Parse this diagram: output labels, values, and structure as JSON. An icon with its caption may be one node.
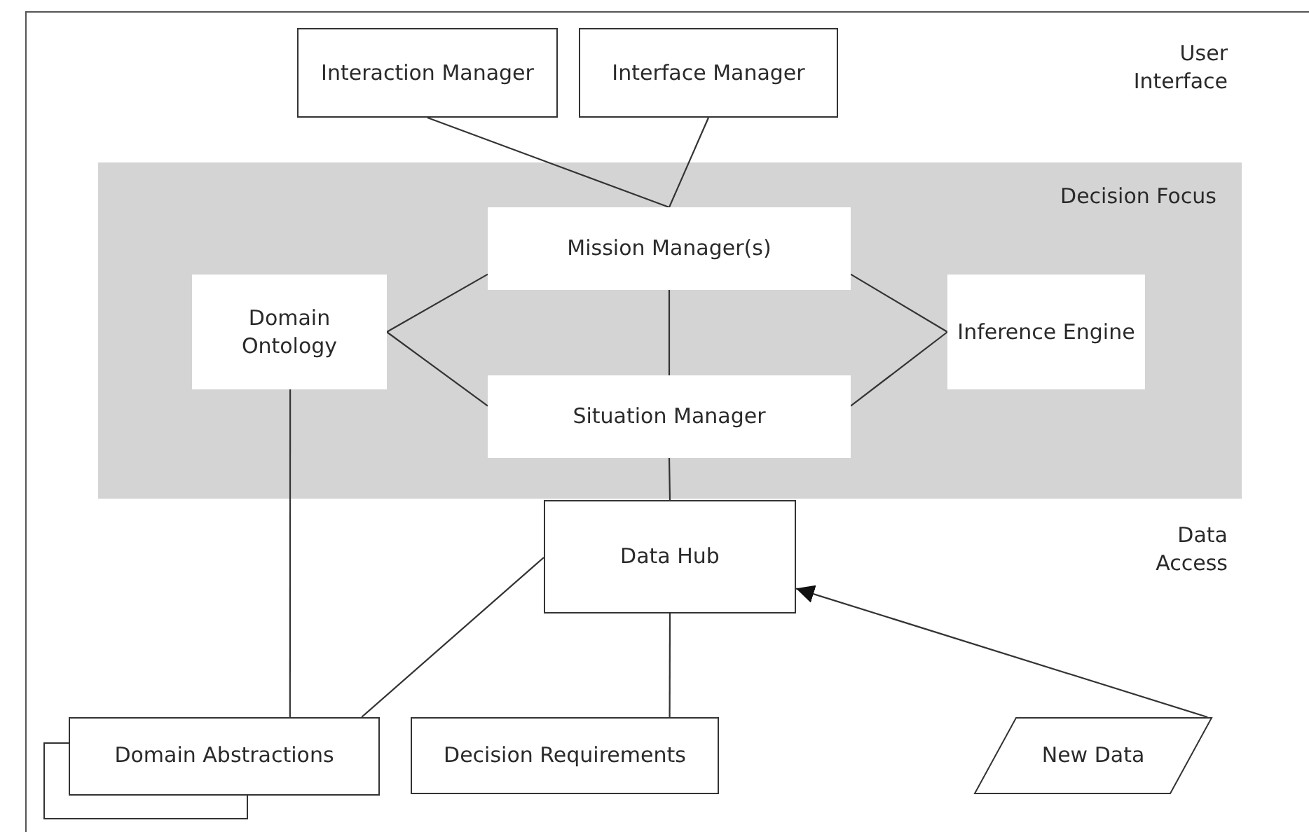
{
  "diagram": {
    "nodes": [
      {
        "text": [
          "Interaction Manager"
        ]
      },
      {
        "text": [
          "Interface Manager"
        ]
      },
      {
        "text": [
          "Decision Focus"
        ]
      },
      {
        "text": [
          "Mission Manager(s)"
        ],
        "in": 2
      },
      {
        "text": [
          "Domain Ontology"
        ],
        "in": 2
      },
      {
        "text": [
          "Inference Engine"
        ],
        "in": 2
      },
      {
        "text": [
          "Situation Manager"
        ],
        "in": 2
      },
      {
        "text": [
          "Data Hub"
        ]
      },
      {
        "text": [
          "Domain Abstractions"
        ]
      },
      {
        "text": [
          "Decision Requirements"
        ]
      },
      {
        "text": [
          "New Data"
        ]
      }
    ],
    "edges": [
      {
        "from": 0,
        "to": 3,
        "arrow": "none"
      },
      {
        "from": 1,
        "to": 3,
        "arrow": "none"
      },
      {
        "from": 4,
        "to": 3,
        "arrow": "none"
      },
      {
        "from": 4,
        "to": 6,
        "arrow": "none"
      },
      {
        "from": 3,
        "to": 5,
        "arrow": "none"
      },
      {
        "from": 6,
        "to": 5,
        "arrow": "none"
      },
      {
        "from": 3,
        "to": 6,
        "arrow": "none"
      },
      {
        "from": 4,
        "to": 8,
        "arrow": "none"
      },
      {
        "from": 6,
        "to": 7,
        "arrow": "none"
      },
      {
        "from": 7,
        "to": 8,
        "arrow": "none"
      },
      {
        "from": 7,
        "to": 9,
        "arrow": "none"
      },
      {
        "from": 10,
        "to": 7,
        "arrow": "to"
      }
    ],
    "labels": [
      "User Interface",
      "Data Access"
    ]
  }
}
